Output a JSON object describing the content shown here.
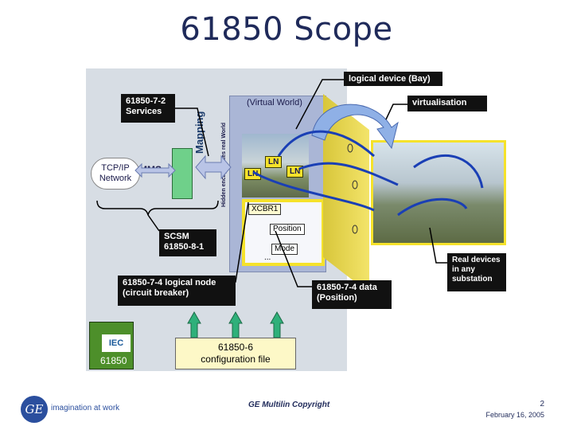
{
  "title": "61850 Scope",
  "labels": {
    "logical_device": "logical device (Bay)",
    "virtualisation": "virtualisation",
    "services": "61850-7-2\nServices",
    "virtual_world": "(Virtual World)",
    "hidden_note": "Hidden encapsulates real World",
    "tcpip": "TCP/IP\nNetwork",
    "mms": "MMS",
    "mapping": "Mapping",
    "ln1": "LN",
    "ln2": "LN",
    "ln3": "LN",
    "xcbr": "XCBR1",
    "position": "Position",
    "mode": "Mode",
    "ellipsis": "...",
    "scsm": "SCSM\n61850-8-1",
    "logical_node": "61850-7-4 logical node\n(circuit breaker)",
    "data": "61850-7-4 data\n(Position)",
    "real_devices": "Real devices\nin any\nsubstation",
    "config": "61850-6\nconfiguration file",
    "iec": "IEC",
    "iec_num": "61850"
  },
  "footer": {
    "logo": "GE",
    "tagline": "imagination at work",
    "copyright": "GE Multilin Copyright",
    "page": "2",
    "date": "February 16, 2005"
  },
  "colors": {
    "title": "#1f2a5a",
    "diagram_bg": "#d7dde4",
    "highlight_yellow": "#f5e22b",
    "arrow_blue": "#1a3fb5",
    "mapping_green": "#6fd08a"
  }
}
